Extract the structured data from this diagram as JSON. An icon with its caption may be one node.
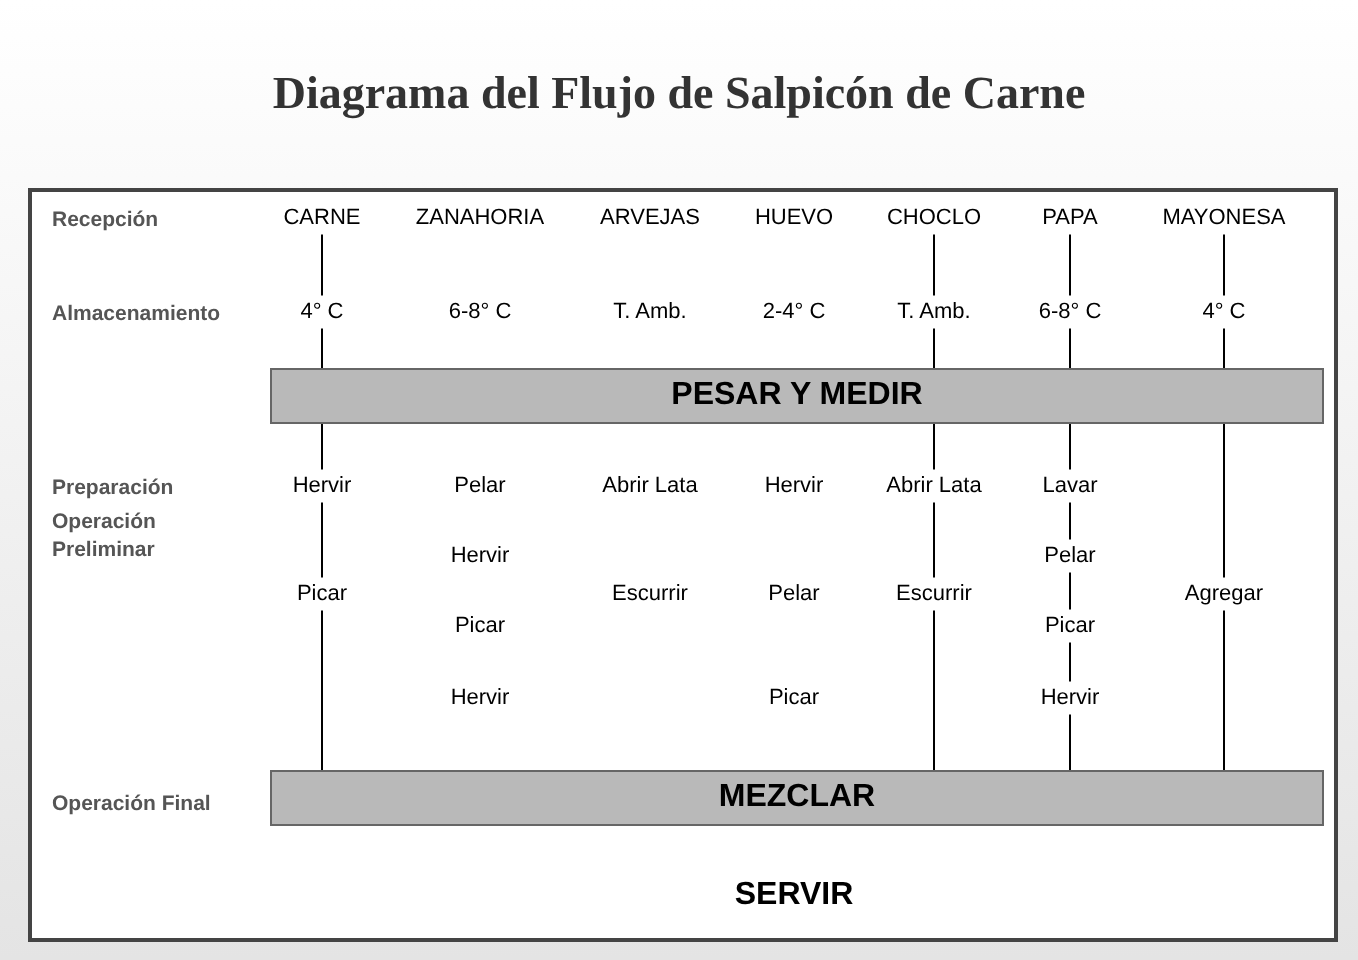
{
  "diagram": {
    "title": "Diagrama del Flujo de Salpicón de Carne",
    "nodes": [
      {
        "text": [
          "CARNE"
        ]
      },
      {
        "text": [
          "ZANAHORIA"
        ]
      },
      {
        "text": [
          "ARVEJAS"
        ]
      },
      {
        "text": [
          "HUEVO"
        ]
      },
      {
        "text": [
          "CHOCLO"
        ]
      },
      {
        "text": [
          "PAPA"
        ]
      },
      {
        "text": [
          "MAYONESA"
        ]
      },
      {
        "text": [
          "4° C"
        ]
      },
      {
        "text": [
          "6-8° C"
        ]
      },
      {
        "text": [
          "T. Amb."
        ]
      },
      {
        "text": [
          "2-4° C"
        ]
      },
      {
        "text": [
          "T. Amb."
        ]
      },
      {
        "text": [
          "6-8° C"
        ]
      },
      {
        "text": [
          "4° C"
        ]
      },
      {
        "text": [
          "PESAR Y MEDIR"
        ]
      },
      {
        "text": [
          "Hervir"
        ]
      },
      {
        "text": [
          "Pelar"
        ]
      },
      {
        "text": [
          "Abrir Lata"
        ]
      },
      {
        "text": [
          "Hervir"
        ]
      },
      {
        "text": [
          "Abrir Lata"
        ]
      },
      {
        "text": [
          "Lavar"
        ]
      },
      {
        "text": [
          "Hervir"
        ]
      },
      {
        "text": [
          "Pelar"
        ]
      },
      {
        "text": [
          "Picar"
        ]
      },
      {
        "text": [
          "Escurrir"
        ]
      },
      {
        "text": [
          "Pelar"
        ]
      },
      {
        "text": [
          "Escurrir"
        ]
      },
      {
        "text": [
          "Agregar"
        ]
      },
      {
        "text": [
          "Picar"
        ]
      },
      {
        "text": [
          "Picar"
        ]
      },
      {
        "text": [
          "Hervir"
        ]
      },
      {
        "text": [
          "Picar"
        ]
      },
      {
        "text": [
          "Hervir"
        ]
      },
      {
        "text": [
          "MEZCLAR"
        ]
      },
      {
        "text": [
          "SERVIR"
        ]
      }
    ],
    "edges": [
      {
        "from": 0,
        "to": 7,
        "arrow": "none"
      },
      {
        "from": 7,
        "to": 14,
        "arrow": "none"
      },
      {
        "from": 14,
        "to": 15,
        "arrow": "none"
      },
      {
        "from": 15,
        "to": 23,
        "arrow": "none"
      },
      {
        "from": 23,
        "to": 33,
        "arrow": "none"
      },
      {
        "from": 4,
        "to": 11,
        "arrow": "none"
      },
      {
        "from": 11,
        "to": 14,
        "arrow": "none"
      },
      {
        "from": 14,
        "to": 19,
        "arrow": "none"
      },
      {
        "from": 19,
        "to": 26,
        "arrow": "none"
      },
      {
        "from": 26,
        "to": 33,
        "arrow": "none"
      },
      {
        "from": 5,
        "to": 12,
        "arrow": "none"
      },
      {
        "from": 12,
        "to": 14,
        "arrow": "none"
      },
      {
        "from": 14,
        "to": 20,
        "arrow": "none"
      },
      {
        "from": 20,
        "to": 22,
        "arrow": "none"
      },
      {
        "from": 22,
        "to": 29,
        "arrow": "none"
      },
      {
        "from": 29,
        "to": 32,
        "arrow": "none"
      },
      {
        "from": 32,
        "to": 33,
        "arrow": "none"
      },
      {
        "from": 6,
        "to": 13,
        "arrow": "none"
      },
      {
        "from": 13,
        "to": 14,
        "arrow": "none"
      },
      {
        "from": 14,
        "to": 27,
        "arrow": "none"
      },
      {
        "from": 27,
        "to": 33,
        "arrow": "none"
      }
    ],
    "labels": [
      "Recepción",
      "Almacenamiento",
      "Preparación",
      "Operación Preliminar",
      "Operación Final"
    ]
  }
}
